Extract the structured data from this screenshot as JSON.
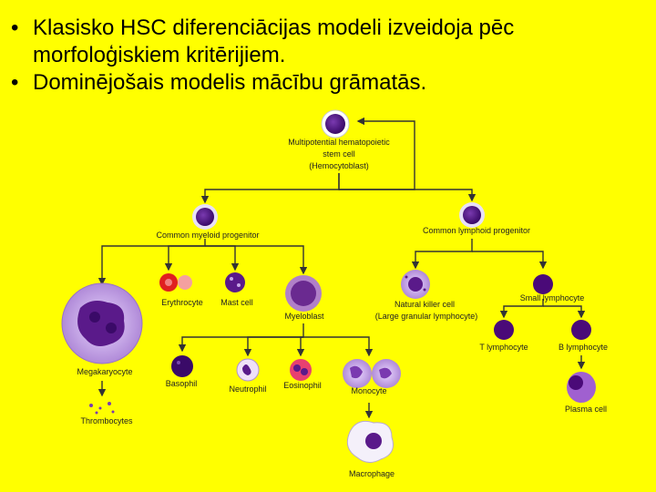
{
  "bullets": [
    "Klasisko HSC diferenciācijas modeli izveidoja pēc morfoloģiskiem kritērijiem.",
    "Dominējošais modelis mācību grāmatās."
  ],
  "bullet_glyph": "•",
  "diagram": {
    "stem_cell": [
      "Multipotential hematopoietic",
      "stem cell",
      "(Hemocytoblast)"
    ],
    "myeloid_progenitor": "Common myeloid progenitor",
    "lymphoid_progenitor": "Common lymphoid progenitor",
    "megakaryocyte": "Megakaryocyte",
    "erythrocyte": "Erythrocyte",
    "mast_cell": "Mast cell",
    "myeloblast": "Myeloblast",
    "nk_cell": [
      "Natural killer cell",
      "(Large granular lymphocyte)"
    ],
    "small_lymphocyte": "Small lymphocyte",
    "t_lymphocyte": "T lymphocyte",
    "b_lymphocyte": "B lymphocyte",
    "thrombocytes": "Thrombocytes",
    "basophil": "Basophil",
    "neutrophil": "Neutrophil",
    "eosinophil": "Eosinophil",
    "monocyte": "Monocyte",
    "plasma_cell": "Plasma cell",
    "macrophage": "Macrophage"
  },
  "colors": {
    "background": "#FFFF00",
    "arrow": "#333333",
    "cell_purple": "#5a1a8a",
    "cell_lilac": "#c8a8e8"
  }
}
